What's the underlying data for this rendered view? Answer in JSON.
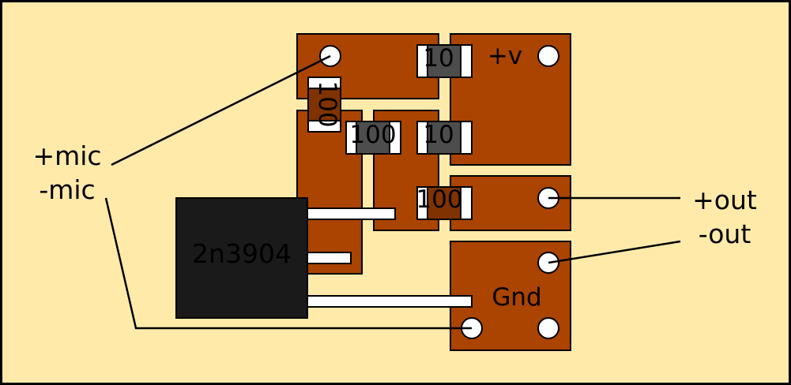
{
  "colors": {
    "board": "#ffeaaa",
    "pad": "#aa4400",
    "transistor": "#1a1a1a",
    "smd_dark": "#4d4d4d",
    "smd_brown": "#803300",
    "lead": "#ffffff",
    "outline": "#000000"
  },
  "labels": {
    "plus_mic": "+mic",
    "minus_mic": "-mic",
    "plus_out": "+out",
    "minus_out": "-out",
    "plus_v": "+v",
    "gnd": "Gnd",
    "transistor": "2n3904"
  },
  "resistors": {
    "r_top": "10",
    "r_vertical": "100",
    "r_mid_left": "100",
    "r_mid_right": "10",
    "r_bottom": "100"
  }
}
